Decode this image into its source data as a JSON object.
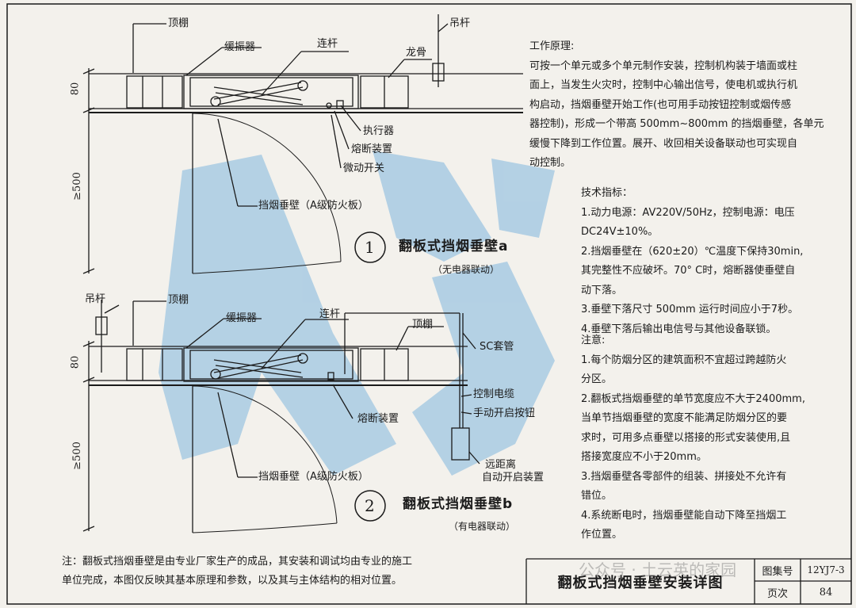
{
  "drawing_a": {
    "number": "1",
    "title": "翻板式挡烟垂壁a",
    "subtitle": "（无电器联动）",
    "labels": {
      "ceiling": "顶棚",
      "damper": "缓振器",
      "link_rod": "连杆",
      "hanger": "吊杆",
      "keel": "龙骨",
      "actuator": "执行器",
      "fuse_device": "熔断装置",
      "micro_switch": "微动开关",
      "smoke_wall": "挡烟垂壁（A级防火板）"
    },
    "dims": {
      "top": "80",
      "depth": "≥500"
    }
  },
  "drawing_b": {
    "number": "2",
    "title": "翻板式挡烟垂壁b",
    "subtitle": "（有电器联动）",
    "labels": {
      "hanger": "吊杆",
      "ceiling_left": "顶棚",
      "damper": "缓振器",
      "link_rod": "连杆",
      "ceiling_right": "顶棚",
      "sc_conduit": "SC套管",
      "control_cable": "控制电缆",
      "manual_button": "手动开启按钮",
      "fuse_device": "熔断装置",
      "remote_line1": "远距离",
      "remote_line2": "自动开启装置",
      "smoke_wall": "挡烟垂壁（A级防火板）"
    },
    "dims": {
      "top": "80",
      "depth": "≥500"
    }
  },
  "principle": {
    "heading": "工作原理:",
    "lines": [
      "可按一个单元或多个单元制作安装，控制机构装于墙面或柱",
      "面上，当发生火灾时，控制中心输出信号，使电机或执行机",
      "构启动，挡烟垂壁开始工作(也可用手动按钮控制或烟传感",
      "器控制)，形成一个带高 500mm~800mm 的挡烟垂壁，各单元",
      "缓慢下降到工作位置。展开、收回相关设备联动也可实现自",
      "动控制。"
    ]
  },
  "specs": {
    "heading": "技术指标：",
    "lines": [
      "1.动力电源：AV220V/50Hz，控制电源：电压",
      "  DC24V±10%。",
      "2.挡烟垂壁在（620±20）℃温度下保持30min,",
      "其完整性不应破坏。70° C时，熔断器使垂壁自",
      "动下落。",
      "3.垂壁下落尺寸 500mm 运行时间应小于7秒。",
      "4.垂壁下落后输出电信号与其他设备联锁。"
    ]
  },
  "notes": {
    "heading": "注意:",
    "lines": [
      "1.每个防烟分区的建筑面积不宜超过跨越防火",
      "分区。",
      "2.翻板式挡烟垂壁的单节宽度应不大于2400mm,",
      "当单节挡烟垂壁的宽度不能满足防烟分区的要",
      "求时，可用多点垂壁以搭接的形式安装使用,且",
      "搭接宽度应不小于20mm。",
      "3.挡烟垂壁各零部件的组装、拼接处不允许有",
      "错位。",
      "4.系统断电时，挡烟垂壁能自动下降至挡烟工",
      "作位置。"
    ]
  },
  "footnote": {
    "lines": [
      "注：翻板式挡烟垂壁是由专业厂家生产的成品，其安装和调试均由专业的施工",
      "单位完成，本图仅反映其基本原理和参数，以及其与主体结构的相对位置。"
    ]
  },
  "title_block": {
    "drawing_title": "翻板式挡烟垂壁安装详图",
    "atlas_label": "图集号",
    "atlas_value": "12YJ7-3",
    "page_label": "页次",
    "page_value": "84"
  },
  "watermark": {
    "text": "公众号 · 土云英的家园"
  },
  "colors": {
    "watermark_logo": "#a8cbe3",
    "ink": "#1b1b1b",
    "paper": "#f3f1ec"
  }
}
